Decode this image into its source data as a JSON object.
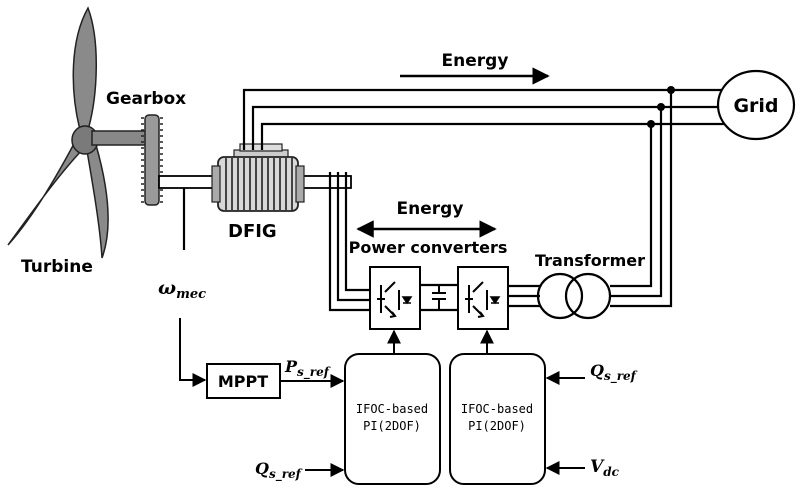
{
  "labels": {
    "gearbox": "Gearbox",
    "turbine": "Turbine",
    "dfig": "DFIG",
    "energy_top": "Energy",
    "energy_mid": "Energy",
    "grid": "Grid",
    "power_converters": "Power converters",
    "transformer": "Transformer",
    "mppt": "MPPT",
    "controller1_line1": "IFOC-based",
    "controller1_line2": "PI(2DOF)",
    "controller2_line1": "IFOC-based",
    "controller2_line2": "PI(2DOF)"
  },
  "signals": {
    "omega_base": "ω",
    "omega_sub": "mec",
    "ps_base": "P",
    "ps_sub": "s_ref",
    "qs_left_base": "Q",
    "qs_left_sub": "s_ref",
    "qs_right_base": "Q",
    "qs_right_sub": "s_ref",
    "vdc_base": "V",
    "vdc_sub": "dc"
  }
}
